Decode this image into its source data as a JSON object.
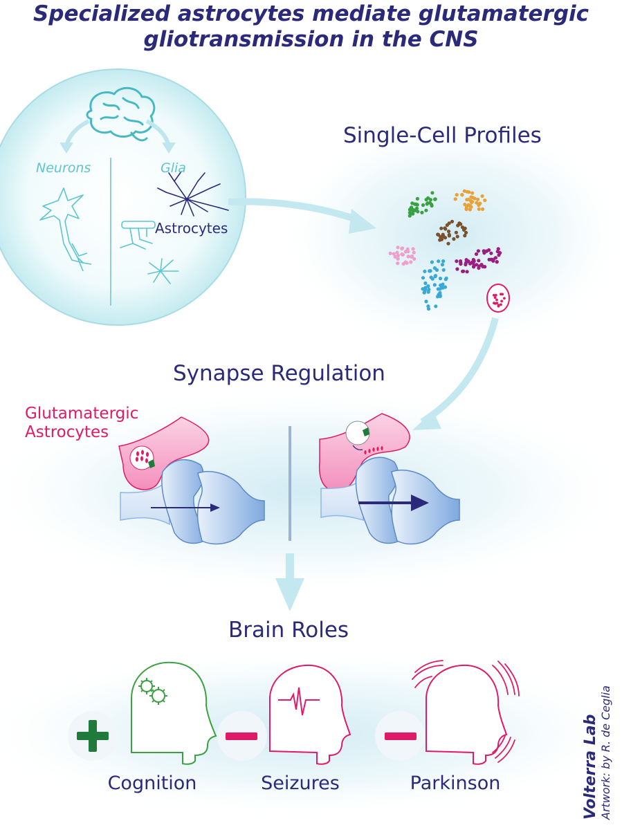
{
  "title": "Specialized astrocytes mediate glutamatergic gliotransmission in the CNS",
  "cns_panel": {
    "neurons_label": "Neurons",
    "glia_label": "Glia",
    "astrocytes_label": "Astrocytes"
  },
  "single_cell": {
    "title": "Single-Cell Profiles",
    "cluster_colors": [
      "#3aa142",
      "#e8a23a",
      "#7a4f2a",
      "#ef9fcb",
      "#9a1d80",
      "#38a9d7",
      "#e01a67"
    ]
  },
  "synapse": {
    "title": "Synapse Regulation",
    "astro_label_line1": "Glutamatergic",
    "astro_label_line2": "Astrocytes"
  },
  "brain_roles": {
    "title": "Brain Roles",
    "roles": [
      {
        "label": "Cognition",
        "sign": "plus",
        "color": "#1f7a3c"
      },
      {
        "label": "Seizures",
        "sign": "minus",
        "color": "#e01a67"
      },
      {
        "label": "Parkinson",
        "sign": "minus",
        "color": "#e01a67"
      }
    ]
  },
  "credits": {
    "lab": "Volterra Lab",
    "artwork": "Artwork: by R. de Ceglia"
  },
  "colors": {
    "navy": "#2b2a7a",
    "teal": "#5cc5cf",
    "magenta": "#e01a67",
    "pink": "#f7a9cc",
    "blue": "#8fb6e6"
  }
}
